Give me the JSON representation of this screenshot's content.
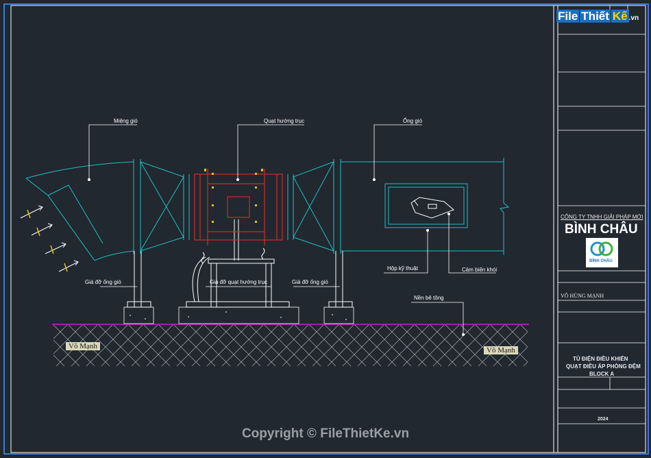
{
  "labels": {
    "mieng_gio": "Miệng gió",
    "quat_huong_truc": "Quạt hướng trục",
    "ong_gio": "Ống gió",
    "hop_ky_thuat": "Hộp kỹ thuật",
    "cam_bien_khoi": "Cảm biến khói",
    "gia_do_ong_gio_left": "Giá đỡ ống gió",
    "gia_do_quat": "Giá đỡ quạt hướng trục",
    "gia_do_ong_gio_right": "Giá đỡ ống gió",
    "nen_be_tong": "Nền bê tông",
    "vo_manh_left": "Võ Mạnh",
    "vo_manh_right": "Võ Mạnh"
  },
  "title_block": {
    "logo_part1": "File",
    "logo_part2": "Thiết",
    "logo_part3": "Kế",
    "logo_suffix": ".vn",
    "company_line": "CÔNG TY TNHH GIẢI PHÁP MỚI",
    "company_name": "BÌNH CHÂU",
    "logo_caption": "BÌNH CHÂU",
    "designer": "VÕ HÙNG MẠNH",
    "drawing_title_1": "TỦ ĐIỆN ĐIỀU KHIỂN",
    "drawing_title_2": "QUẠT ĐIỀU ÁP PHÒNG ĐỆM",
    "drawing_title_3": "BLOCK A",
    "year": "2024"
  },
  "footer": {
    "copyright": "Copyright © FileThietKe.vn"
  },
  "colors": {
    "background": "#212830",
    "duct": "#1fc0c0",
    "fan": "#d42a2a",
    "ground": "#a020a0",
    "text": "#ffffff"
  }
}
